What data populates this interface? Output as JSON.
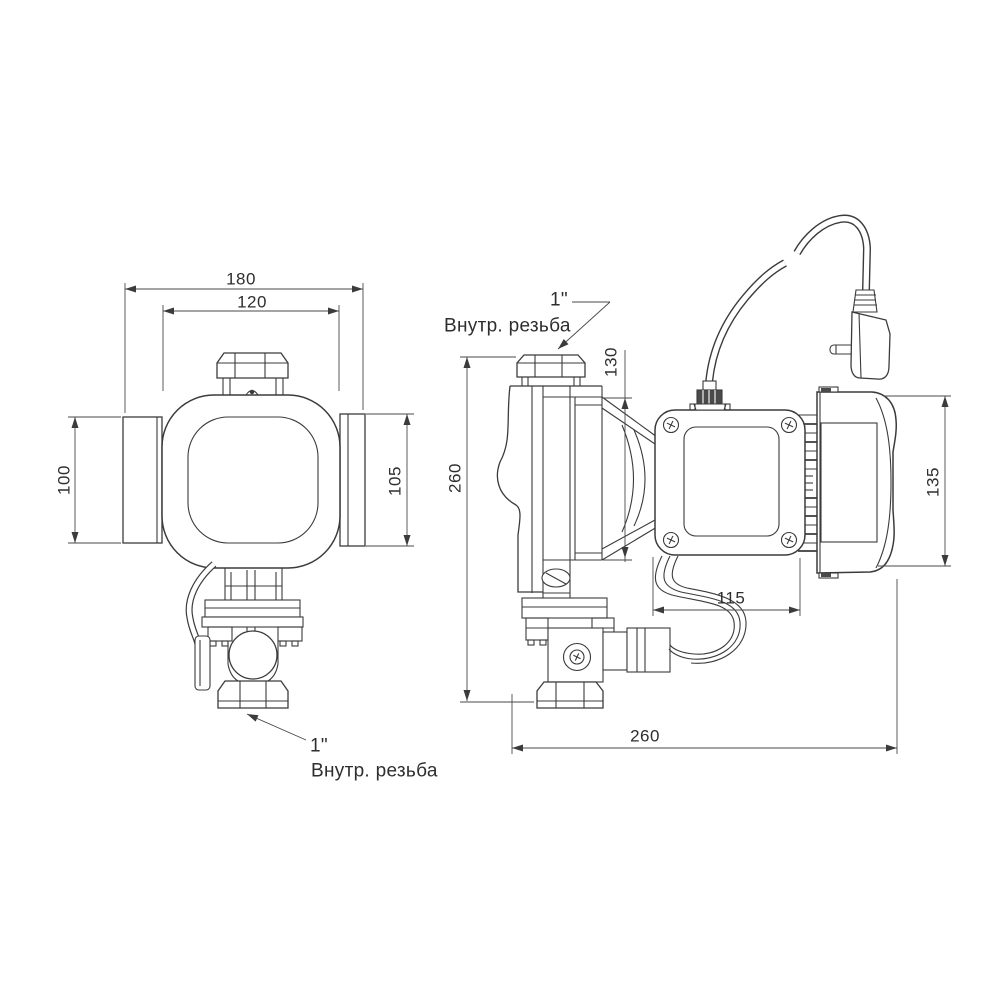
{
  "drawing": {
    "title": "pump-dimensional-drawing",
    "colors": {
      "line": "#3b3b3b",
      "text": "#2e2e2e",
      "background": "#ffffff"
    },
    "left_view": {
      "name": "front-view",
      "dim_overall_width": "180",
      "dim_body_width": "120",
      "dim_left_pipe_height": "100",
      "dim_right_pipe_height": "105",
      "thread_size": "1\"",
      "thread_note": "Внутр. резьба"
    },
    "right_view": {
      "name": "side-view",
      "thread_size": "1\"",
      "thread_note": "Внутр. резьба",
      "dim_flange_height": "130",
      "dim_overall_height": "260",
      "dim_motor_length": "115",
      "dim_cap_height": "135",
      "dim_overall_length": "260"
    }
  }
}
